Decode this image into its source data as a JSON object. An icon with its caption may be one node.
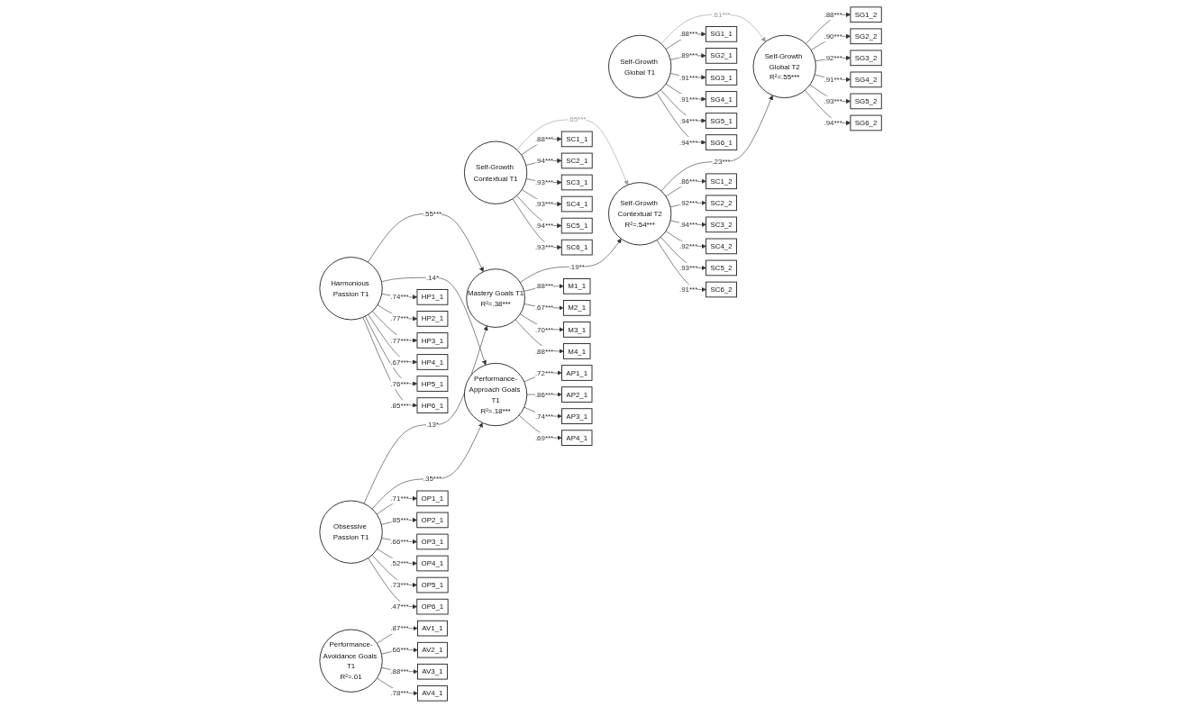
{
  "diagram": {
    "nodes": [
      {
        "text": [
          "Harmonious Passion T1"
        ]
      },
      {
        "text": [
          "Obsessive Passion T1"
        ]
      },
      {
        "text": [
          "Self-Growth Contextual T1"
        ]
      },
      {
        "text": [
          "Self-Growth Global T1"
        ]
      },
      {
        "text": [
          "Mastery Goals T1",
          "R²=.38***"
        ]
      },
      {
        "text": [
          "Performance-Approach Goals T1",
          "R²=.18***"
        ]
      },
      {
        "text": [
          "Performance-Avoidance Goals T1",
          "R²=.01"
        ]
      },
      {
        "text": [
          "Self-Growth Contextual T2",
          "R²=.54***"
        ]
      },
      {
        "text": [
          "Self-Growth Global T2",
          "R²=.55***"
        ]
      },
      {
        "text": [
          "HP1_1"
        ]
      },
      {
        "text": [
          "HP2_1"
        ]
      },
      {
        "text": [
          "HP3_1"
        ]
      },
      {
        "text": [
          "HP4_1"
        ]
      },
      {
        "text": [
          "HP5_1"
        ]
      },
      {
        "text": [
          "HP6_1"
        ]
      },
      {
        "text": [
          "OP1_1"
        ]
      },
      {
        "text": [
          "OP2_1"
        ]
      },
      {
        "text": [
          "OP3_1"
        ]
      },
      {
        "text": [
          "OP4_1"
        ]
      },
      {
        "text": [
          "OP5_1"
        ]
      },
      {
        "text": [
          "OP6_1"
        ]
      },
      {
        "text": [
          "SC1_1"
        ]
      },
      {
        "text": [
          "SC2_1"
        ]
      },
      {
        "text": [
          "SC3_1"
        ]
      },
      {
        "text": [
          "SC4_1"
        ]
      },
      {
        "text": [
          "SC5_1"
        ]
      },
      {
        "text": [
          "SC6_1"
        ]
      },
      {
        "text": [
          "SG1_1"
        ]
      },
      {
        "text": [
          "SG2_1"
        ]
      },
      {
        "text": [
          "SG3_1"
        ]
      },
      {
        "text": [
          "SG4_1"
        ]
      },
      {
        "text": [
          "SG5_1"
        ]
      },
      {
        "text": [
          "SG6_1"
        ]
      },
      {
        "text": [
          "M1_1"
        ]
      },
      {
        "text": [
          "M2_1"
        ]
      },
      {
        "text": [
          "M3_1"
        ]
      },
      {
        "text": [
          "M4_1"
        ]
      },
      {
        "text": [
          "AP1_1"
        ]
      },
      {
        "text": [
          "AP2_1"
        ]
      },
      {
        "text": [
          "AP3_1"
        ]
      },
      {
        "text": [
          "AP4_1"
        ]
      },
      {
        "text": [
          "AV1_1"
        ]
      },
      {
        "text": [
          "AV2_1"
        ]
      },
      {
        "text": [
          "AV3_1"
        ]
      },
      {
        "text": [
          "AV4_1"
        ]
      },
      {
        "text": [
          "SC1_2"
        ]
      },
      {
        "text": [
          "SC2_2"
        ]
      },
      {
        "text": [
          "SC3_2"
        ]
      },
      {
        "text": [
          "SC4_2"
        ]
      },
      {
        "text": [
          "SC5_2"
        ]
      },
      {
        "text": [
          "SC6_2"
        ]
      },
      {
        "text": [
          "SG1_2"
        ]
      },
      {
        "text": [
          "SG2_2"
        ]
      },
      {
        "text": [
          "SG3_2"
        ]
      },
      {
        "text": [
          "SG4_2"
        ]
      },
      {
        "text": [
          "SG5_2"
        ]
      },
      {
        "text": [
          "SG6_2"
        ]
      }
    ],
    "edges": [
      {
        "from": 0,
        "to": 4,
        "arrow": "to",
        "label": ".55***"
      },
      {
        "from": 1,
        "to": 4,
        "arrow": "to",
        "label": ".13*"
      },
      {
        "from": 0,
        "to": 5,
        "arrow": "to",
        "label": ".14*"
      },
      {
        "from": 1,
        "to": 5,
        "arrow": "to",
        "label": ".35***"
      },
      {
        "from": 4,
        "to": 7,
        "arrow": "to",
        "label": ".19**"
      },
      {
        "from": 7,
        "to": 8,
        "arrow": "to",
        "label": ".23***"
      },
      {
        "from": 2,
        "to": 7,
        "arrow": "to",
        "label": ".65***",
        "color": "#999999"
      },
      {
        "from": 3,
        "to": 8,
        "arrow": "to",
        "label": ".61***",
        "color": "#999999"
      },
      {
        "from": 0,
        "to": 9,
        "arrow": "to",
        "label": ".74***"
      },
      {
        "from": 0,
        "to": 10,
        "arrow": "to",
        "label": ".77***"
      },
      {
        "from": 0,
        "to": 11,
        "arrow": "to",
        "label": ".77***"
      },
      {
        "from": 0,
        "to": 12,
        "arrow": "to",
        "label": ".67***"
      },
      {
        "from": 0,
        "to": 13,
        "arrow": "to",
        "label": ".76***"
      },
      {
        "from": 0,
        "to": 14,
        "arrow": "to",
        "label": ".85***"
      },
      {
        "from": 1,
        "to": 15,
        "arrow": "to",
        "label": ".71***"
      },
      {
        "from": 1,
        "to": 16,
        "arrow": "to",
        "label": ".85***"
      },
      {
        "from": 1,
        "to": 17,
        "arrow": "to",
        "label": ".66***"
      },
      {
        "from": 1,
        "to": 18,
        "arrow": "to",
        "label": ".52***"
      },
      {
        "from": 1,
        "to": 19,
        "arrow": "to",
        "label": ".73***"
      },
      {
        "from": 1,
        "to": 20,
        "arrow": "to",
        "label": ".47***"
      },
      {
        "from": 2,
        "to": 21,
        "arrow": "to",
        "label": ".88***"
      },
      {
        "from": 2,
        "to": 22,
        "arrow": "to",
        "label": ".94***"
      },
      {
        "from": 2,
        "to": 23,
        "arrow": "to",
        "label": ".93***"
      },
      {
        "from": 2,
        "to": 24,
        "arrow": "to",
        "label": ".93***"
      },
      {
        "from": 2,
        "to": 25,
        "arrow": "to",
        "label": ".94***"
      },
      {
        "from": 2,
        "to": 26,
        "arrow": "to",
        "label": ".93***"
      },
      {
        "from": 3,
        "to": 27,
        "arrow": "to",
        "label": ".88***"
      },
      {
        "from": 3,
        "to": 28,
        "arrow": "to",
        "label": ".89***"
      },
      {
        "from": 3,
        "to": 29,
        "arrow": "to",
        "label": ".91***"
      },
      {
        "from": 3,
        "to": 30,
        "arrow": "to",
        "label": ".91***"
      },
      {
        "from": 3,
        "to": 31,
        "arrow": "to",
        "label": ".94***"
      },
      {
        "from": 3,
        "to": 32,
        "arrow": "to",
        "label": ".94***"
      },
      {
        "from": 4,
        "to": 33,
        "arrow": "to",
        "label": ".88***"
      },
      {
        "from": 4,
        "to": 34,
        "arrow": "to",
        "label": ".67***"
      },
      {
        "from": 4,
        "to": 35,
        "arrow": "to",
        "label": ".70***"
      },
      {
        "from": 4,
        "to": 36,
        "arrow": "to",
        "label": ".88***"
      },
      {
        "from": 5,
        "to": 37,
        "arrow": "to",
        "label": ".72***"
      },
      {
        "from": 5,
        "to": 38,
        "arrow": "to",
        "label": ".86***"
      },
      {
        "from": 5,
        "to": 39,
        "arrow": "to",
        "label": ".74***"
      },
      {
        "from": 5,
        "to": 40,
        "arrow": "to",
        "label": ".69***"
      },
      {
        "from": 6,
        "to": 41,
        "arrow": "to",
        "label": ".87***"
      },
      {
        "from": 6,
        "to": 42,
        "arrow": "to",
        "label": ".66***"
      },
      {
        "from": 6,
        "to": 43,
        "arrow": "to",
        "label": ".88***"
      },
      {
        "from": 6,
        "to": 44,
        "arrow": "to",
        "label": ".78***"
      },
      {
        "from": 7,
        "to": 45,
        "arrow": "to",
        "label": ".86***"
      },
      {
        "from": 7,
        "to": 46,
        "arrow": "to",
        "label": ".92***"
      },
      {
        "from": 7,
        "to": 47,
        "arrow": "to",
        "label": ".94***"
      },
      {
        "from": 7,
        "to": 48,
        "arrow": "to",
        "label": ".92***"
      },
      {
        "from": 7,
        "to": 49,
        "arrow": "to",
        "label": ".93***"
      },
      {
        "from": 7,
        "to": 50,
        "arrow": "to",
        "label": ".91***"
      },
      {
        "from": 8,
        "to": 51,
        "arrow": "to",
        "label": ".88***"
      },
      {
        "from": 8,
        "to": 52,
        "arrow": "to",
        "label": ".90***"
      },
      {
        "from": 8,
        "to": 53,
        "arrow": "to",
        "label": ".92***"
      },
      {
        "from": 8,
        "to": 54,
        "arrow": "to",
        "label": ".91***"
      },
      {
        "from": 8,
        "to": 55,
        "arrow": "to",
        "label": ".93***"
      },
      {
        "from": 8,
        "to": 56,
        "arrow": "to",
        "label": ".94***"
      }
    ]
  }
}
